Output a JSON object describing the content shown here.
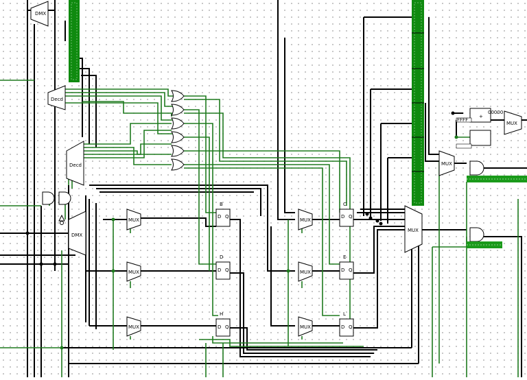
{
  "labels": {
    "dmx_top": "DMX",
    "decd_1": "Decd",
    "decd_2": "Decd",
    "dmx_main": "DMX",
    "mux": "MUX",
    "mux_out": "MUX",
    "mux_right": "MUX",
    "reg_b": "B",
    "reg_c": "C",
    "reg_d": "D",
    "reg_e": "E",
    "reg_h": "H",
    "reg_l": "L",
    "ff_d": "D",
    "ff_q": "Q",
    "const_value": "00000",
    "const_small": "FFFF"
  },
  "colors": {
    "wire_on": "#1e7a1e",
    "wire_bus": "#000000",
    "pin_led": "#1a9a1a"
  }
}
